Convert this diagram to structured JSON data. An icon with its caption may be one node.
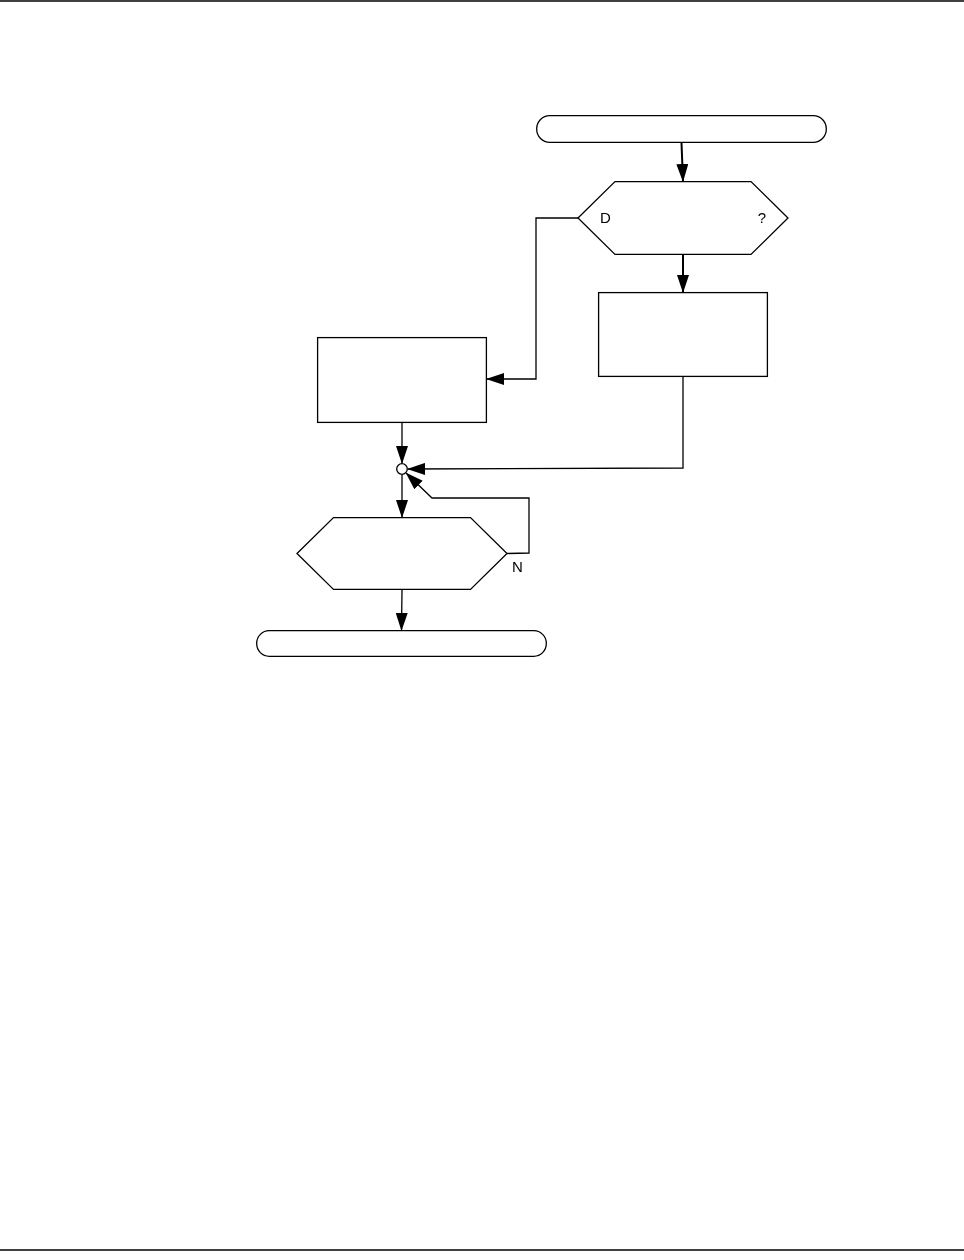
{
  "diagram": {
    "nodes": [
      {
        "text": [],
        "shape": "pill"
      },
      {
        "text": [
          "D",
          "?"
        ]
      },
      {
        "text": [],
        "shape": "box"
      },
      {
        "text": [],
        "shape": "box"
      },
      {
        "text": [],
        "shape": "circle"
      },
      {
        "text": [],
        "shape": "hexagon"
      },
      {
        "text": [],
        "shape": "pill"
      }
    ],
    "edges": [
      {
        "from": 0,
        "to": 1,
        "arrow": "to"
      },
      {
        "from": 1,
        "to": 2,
        "arrow": "to"
      },
      {
        "from": 1,
        "to": 3,
        "arrow": "to"
      },
      {
        "from": 3,
        "to": 4,
        "arrow": "to"
      },
      {
        "from": 2,
        "to": 4,
        "arrow": "to"
      },
      {
        "from": 5,
        "to": 4,
        "arrow": "to",
        "label": "N"
      },
      {
        "from": 4,
        "to": 5,
        "arrow": "to"
      },
      {
        "from": 5,
        "to": 6,
        "arrow": "to"
      }
    ]
  }
}
